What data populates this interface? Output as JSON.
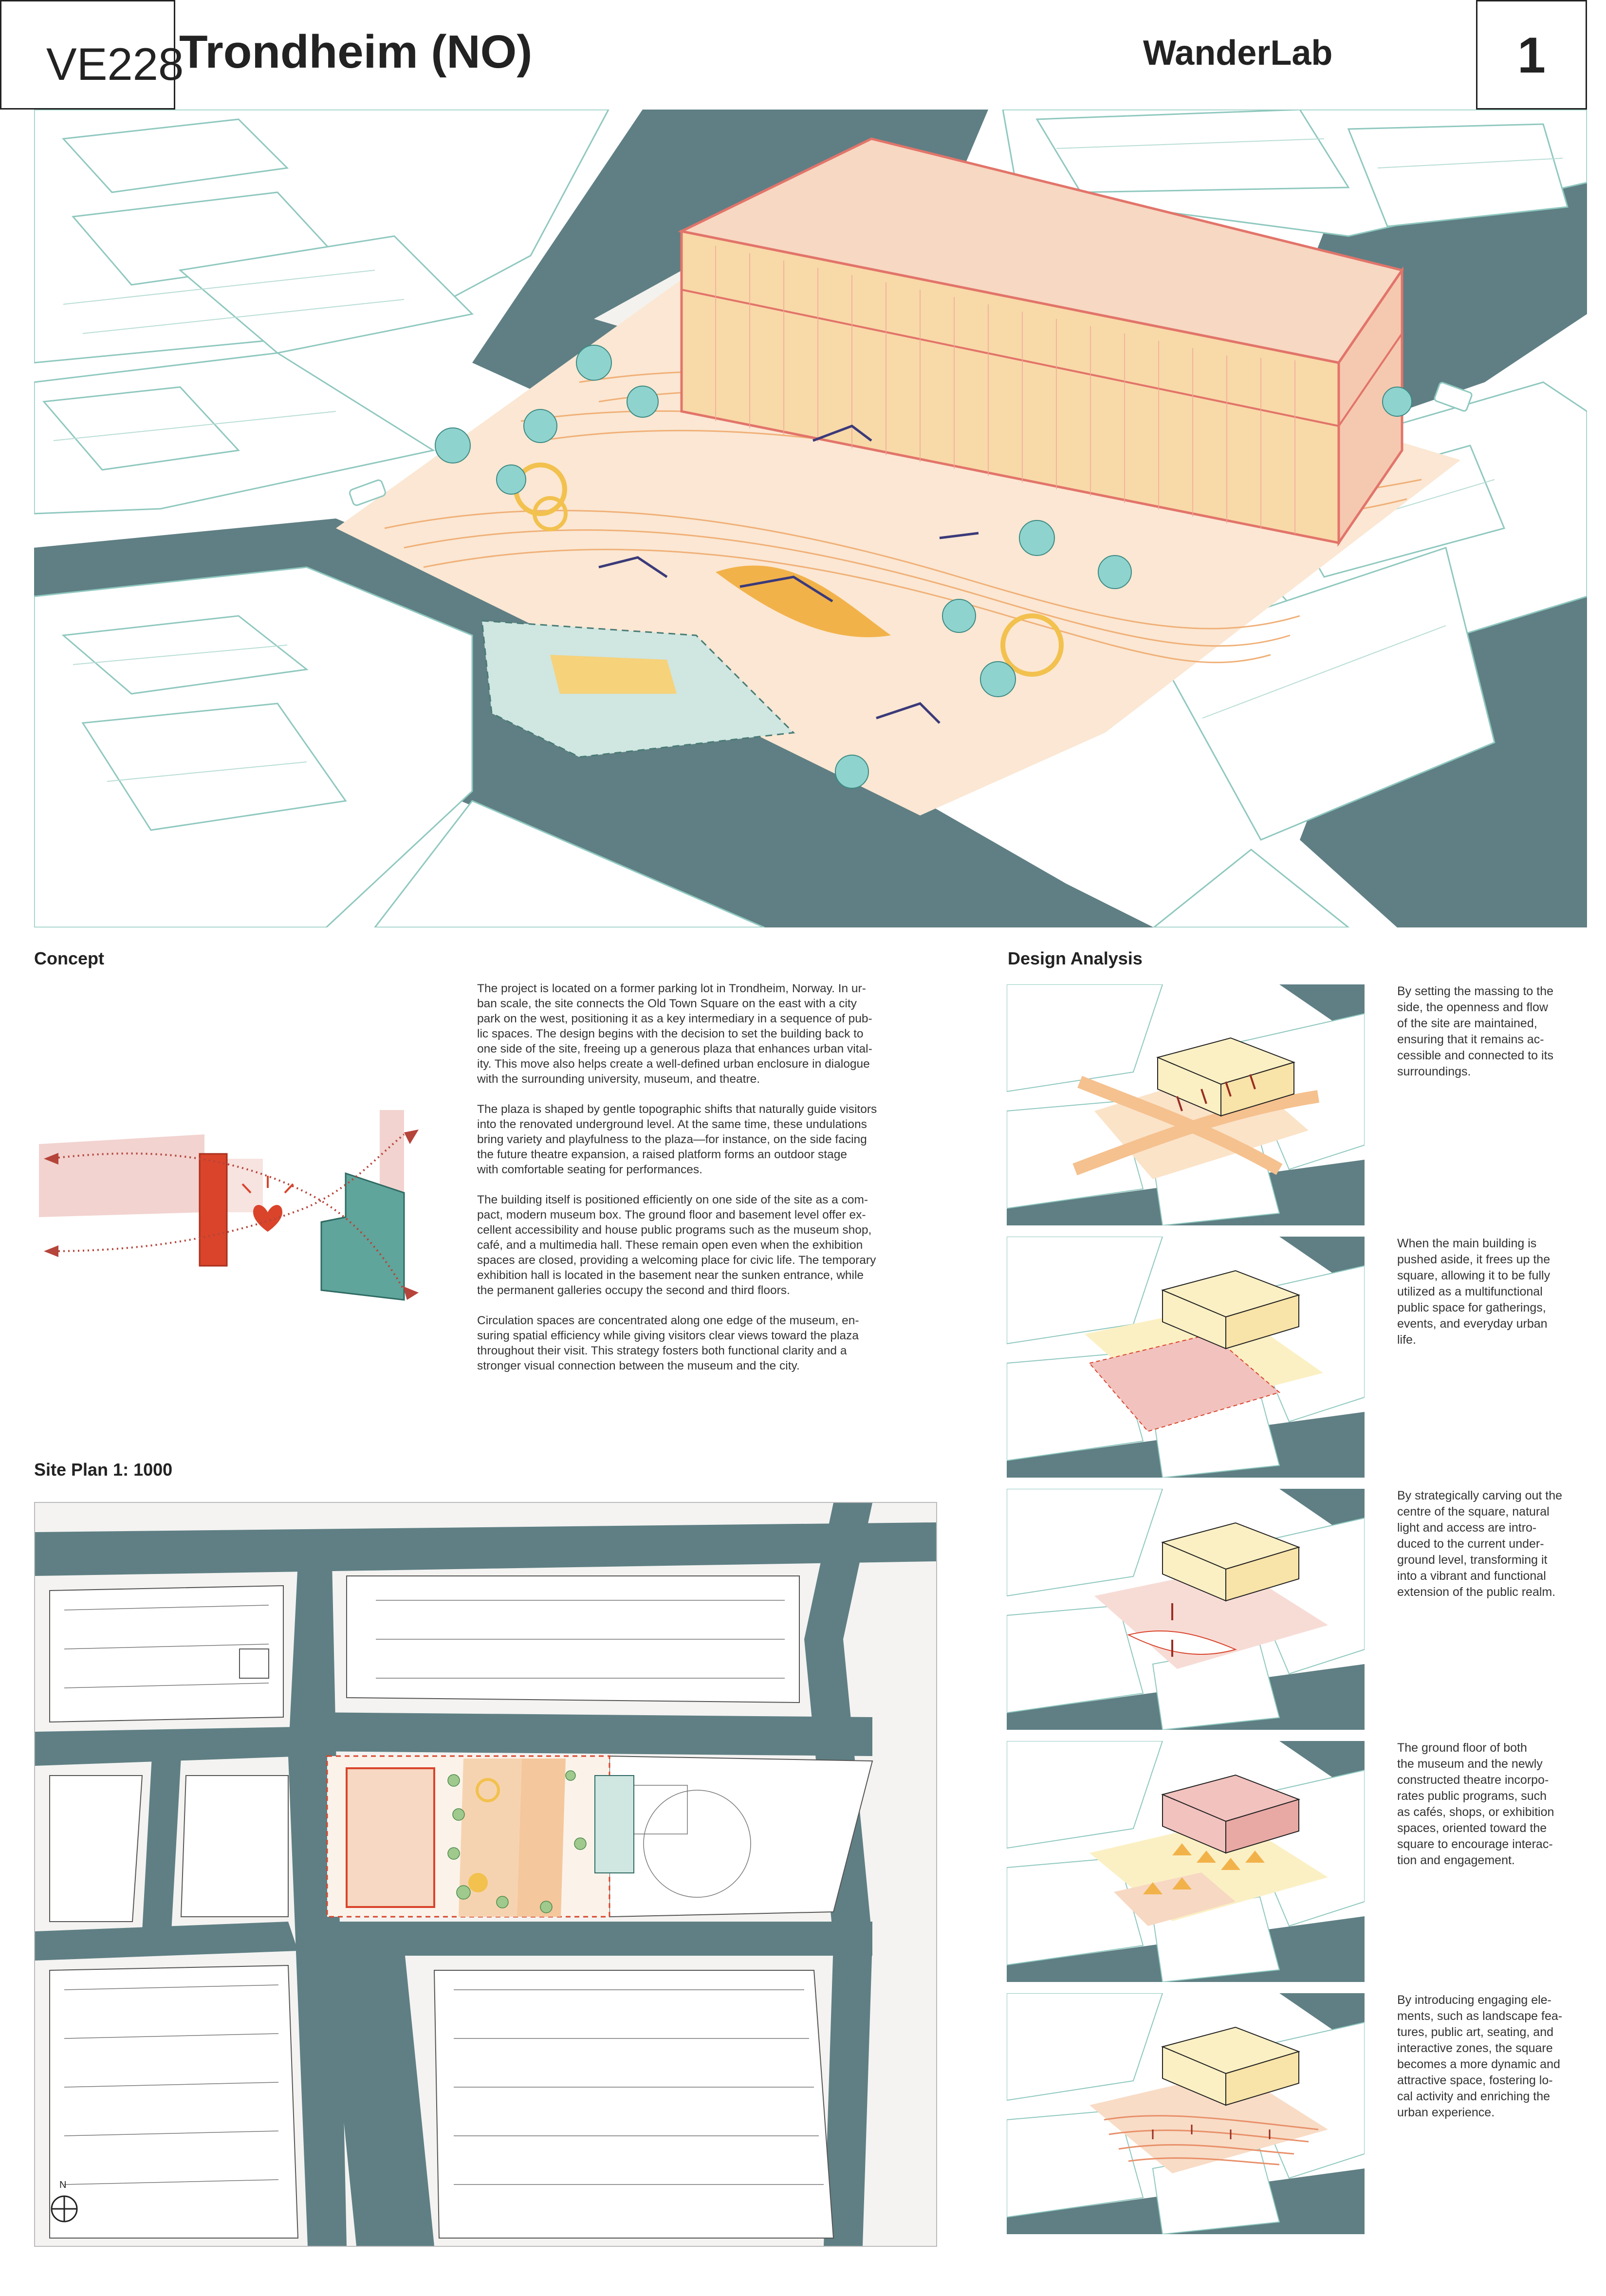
{
  "header": {
    "code": "VE228",
    "title": "Trondheim (NO)",
    "team": "WanderLab",
    "board_number": "1"
  },
  "concept": {
    "heading": "Concept",
    "paragraphs": [
      "The project is located on a former parking lot in Trondheim, Norway. In ur-\nban scale, the site connects the Old Town Square on the east with a city\npark on the west, positioning it as a key intermediary in a sequence of pub-\nlic spaces. The design begins with the decision to set the building back to\none side of the site, freeing up a generous plaza that enhances urban vital-\nity. This move also helps create a well-defined urban enclosure in dialogue\nwith the surrounding university, museum, and theatre.",
      "The plaza is shaped by gentle topographic shifts that naturally guide visitors\ninto the renovated underground level. At the same time, these undulations\nbring variety and playfulness to the plaza—for instance, on the side facing\nthe future theatre expansion, a raised platform forms an outdoor stage\nwith comfortable seating for performances.",
      "The building itself is positioned efficiently on one side of the site as a com-\npact, modern museum box. The ground floor and basement level offer ex-\ncellent accessibility and house public programs such as the museum shop,\ncafé, and a multimedia hall. These remain open even when the exhibition\nspaces are closed, providing a welcoming place for civic life. The temporary\nexhibition hall is located in the basement near the sunken entrance, while\nthe permanent galleries occupy the second and third floors.",
      "Circulation spaces are concentrated along one edge of the museum, en-\nsuring spatial efficiency while giving visitors clear views toward the plaza\nthroughout their visit. This strategy fosters both functional clarity and a\nstronger visual connection between the museum and the city."
    ]
  },
  "site_plan": {
    "heading": "Site Plan 1: 1000",
    "north_label": "N"
  },
  "design_analysis": {
    "heading": "Design Analysis",
    "items": [
      "By setting the massing to the\nside, the openness and flow\nof the site are maintained,\nensuring that it remains ac-\ncessible and connected to its\nsurroundings.",
      "When the main building is\npushed aside, it frees up the\nsquare, allowing it to be fully\nutilized as a multifunctional\npublic space for gatherings,\nevents, and everyday urban\nlife.",
      "By strategically carving out the\ncentre of the square, natural\nlight and access are intro-\nduced to the current under-\nground level, transforming it\ninto a vibrant and functional\nextension of the public realm.",
      "The ground floor of both\nthe museum and the newly\nconstructed theatre incorpo-\nrates public programs, such\nas cafés, shops, or exhibition\nspaces, oriented toward the\nsquare to encourage interac-\ntion and engagement.",
      "By introducing engaging ele-\nments, such as landscape fea-\ntures, public art, seating, and\ninteractive zones, the square\nbecomes a more dynamic and\nattractive space, fostering lo-\ncal activity and enriching the\nurban experience."
    ]
  },
  "colors": {
    "street": "#5f7f84",
    "building_line": "#8fc8bf",
    "plaza": "#f4c79c",
    "museum_face": "#f7d8c2",
    "museum_edge": "#e2746a",
    "accent_red": "#d9442b",
    "theatre_teal": "#5fa59b",
    "pink_zone": "#f2d3d0",
    "yellow_box": "#fbf0c4"
  }
}
